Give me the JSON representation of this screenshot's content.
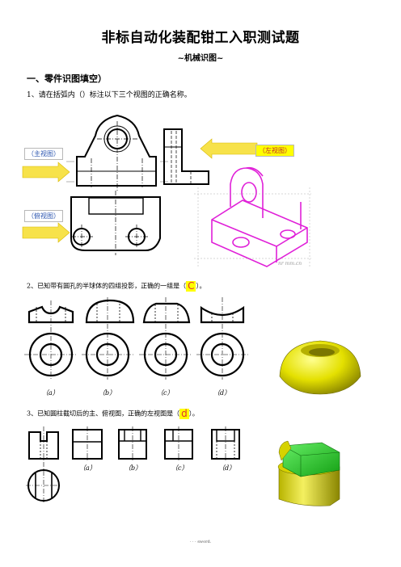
{
  "header": {
    "title": "非标自动化装配钳工入职测试题",
    "subtitle": "~机械识图~"
  },
  "section1": {
    "heading": "一、零件识图填空）"
  },
  "q1": {
    "text": "1、请在括弧内（）标注以下三个视图的正确名称。",
    "label_front": "（主视图）",
    "label_left": "（左视图）",
    "label_top": "（俯视图）"
  },
  "q2": {
    "text_before": "2、已知带有圆孔的半球体的四组投影，正确的一组是（",
    "answer": "C",
    "text_after": "）。",
    "options": [
      "（a）",
      "（b）",
      "（c）",
      "（d）"
    ]
  },
  "q3": {
    "text_before": "3、已知圆柱截切后的主、俯视图，正确的左视图是（",
    "answer": "d",
    "text_after": "）。",
    "options": [
      "（a）",
      "（b）",
      "（c）",
      "（d）"
    ]
  },
  "footer": {
    "text": "· · · sword."
  },
  "colors": {
    "arrow_yellow": "#f7e24a",
    "model_magenta": "#e020d8",
    "solid_yellow": "#e4e000",
    "solid_green": "#22cc22"
  }
}
